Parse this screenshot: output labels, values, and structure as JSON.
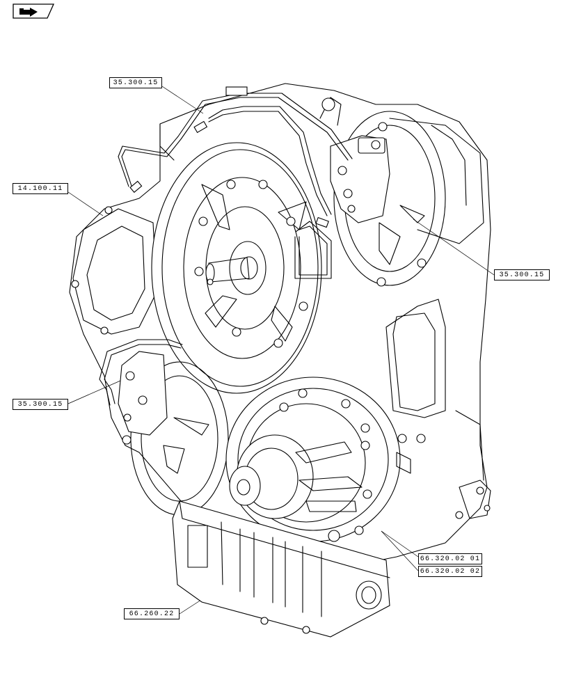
{
  "callouts": {
    "c1": "35.300.15",
    "c2": "14.100.11",
    "c3": "35.300.15",
    "c4": "35.300.15",
    "c5": "66.320.02 01",
    "c6": "66.320.02 02",
    "c7": "66.260.22"
  },
  "icons": {
    "nav": "back-arrow-icon"
  }
}
